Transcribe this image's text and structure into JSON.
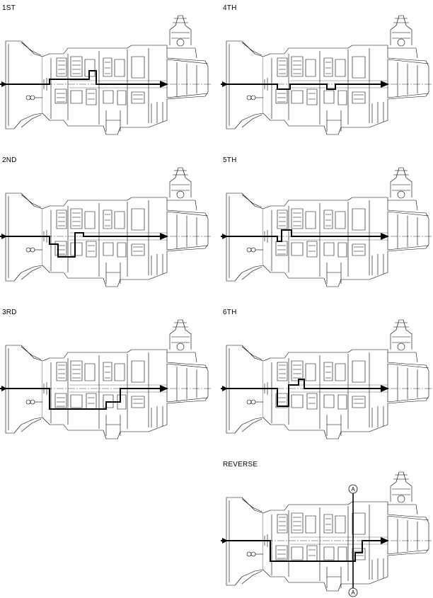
{
  "panels": [
    {
      "id": "p1st",
      "label": "1ST",
      "col": 0,
      "row": 0
    },
    {
      "id": "p2nd",
      "label": "2ND",
      "col": 0,
      "row": 1
    },
    {
      "id": "p3rd",
      "label": "3RD",
      "col": 0,
      "row": 2
    },
    {
      "id": "p4th",
      "label": "4TH",
      "col": 1,
      "row": 0
    },
    {
      "id": "p5th",
      "label": "5TH",
      "col": 1,
      "row": 1
    },
    {
      "id": "p6th",
      "label": "6TH",
      "col": 1,
      "row": 2
    },
    {
      "id": "prev",
      "label": "REVERSE",
      "col": 1,
      "row": 3
    }
  ],
  "callouts": {
    "top": "A",
    "bottom": "A"
  }
}
